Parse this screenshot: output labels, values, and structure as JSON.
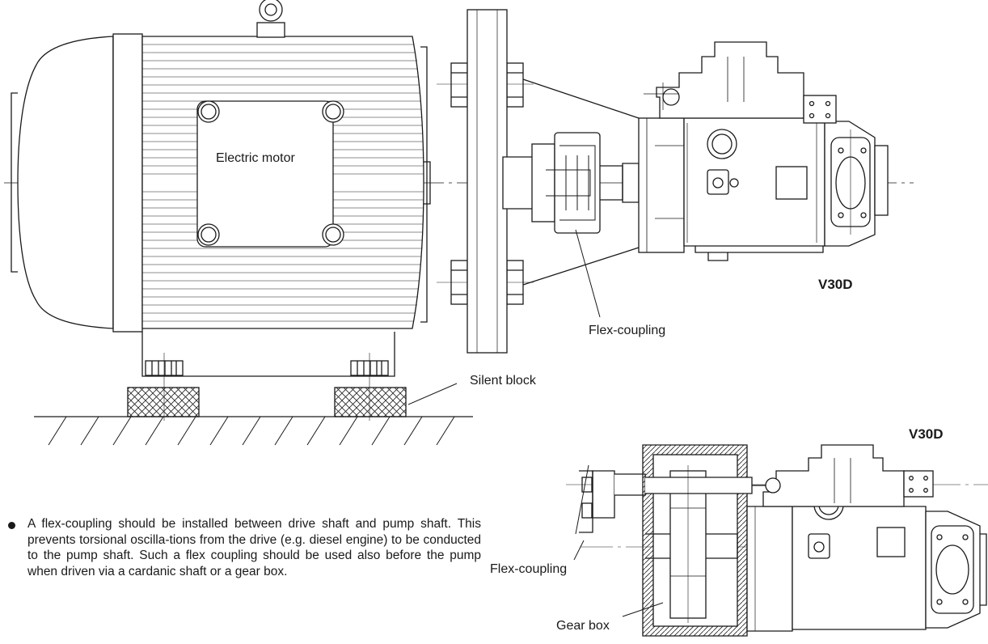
{
  "labels": {
    "electric_motor": "Electric motor",
    "flex_coupling_top": "Flex-coupling",
    "silent_block": "Silent block",
    "model_top": "V30D",
    "model_bottom": "V30D",
    "flex_coupling_bottom": "Flex-coupling",
    "gear_box": "Gear box"
  },
  "note": {
    "text": "A flex-coupling should be installed between drive shaft and pump shaft. This prevents torsional oscilla-tions from the drive (e.g. diesel engine) to be conducted to the pump shaft. Such a flex coupling should be used also before the pump when driven via a cardanic shaft or a gear box."
  }
}
